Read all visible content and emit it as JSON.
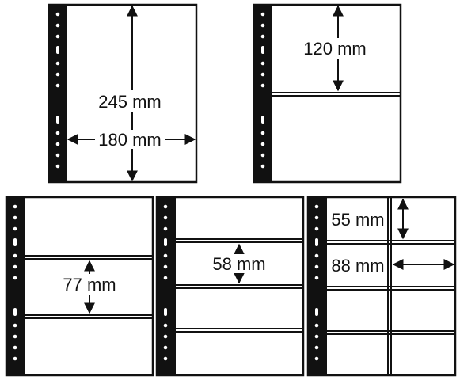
{
  "colors": {
    "ink": "#111111",
    "paper": "#ffffff"
  },
  "sheets": [
    {
      "name": "sheet-1-pocket",
      "labels": [
        "245 mm",
        "180 mm"
      ]
    },
    {
      "name": "sheet-2-pocket",
      "labels": [
        "120 mm"
      ]
    },
    {
      "name": "sheet-3-pocket",
      "labels": [
        "77 mm"
      ]
    },
    {
      "name": "sheet-4-pocket",
      "labels": [
        "58 mm"
      ]
    },
    {
      "name": "sheet-8-pocket",
      "labels": [
        "55 mm",
        "88 mm"
      ]
    }
  ]
}
